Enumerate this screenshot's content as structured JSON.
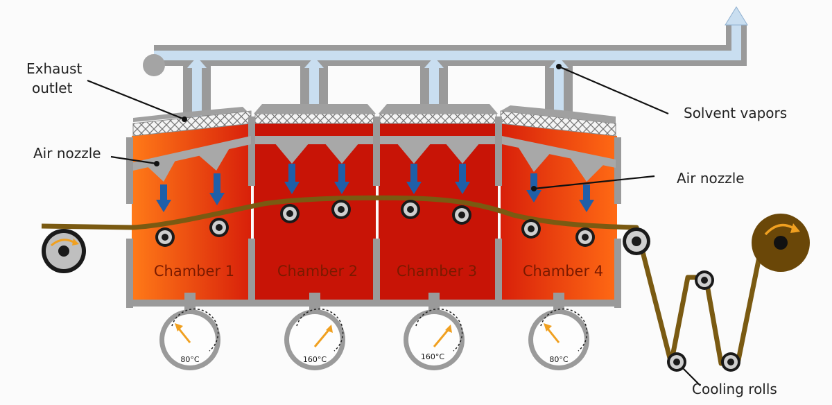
{
  "labels": {
    "exhaust_line1": "Exhaust",
    "exhaust_line2": "outlet",
    "air_nozzle_left": "Air nozzle",
    "air_nozzle_right": "Air nozzle",
    "solvent_vapors": "Solvent vapors",
    "cooling_rolls": "Cooling rolls"
  },
  "chambers": [
    {
      "label": "Chamber 1",
      "temperature": "80°C"
    },
    {
      "label": "Chamber 2",
      "temperature": "160°C"
    },
    {
      "label": "Chamber 3",
      "temperature": "160°C"
    },
    {
      "label": "Chamber 4",
      "temperature": "80°C"
    }
  ],
  "colors": {
    "chamber_hot": "#c81406",
    "chamber_warm": "#ff6a14",
    "web": "#7a5a12",
    "steel": "#9a9a9a",
    "vapor": "#c9def0",
    "air_arrow": "#1f5fa8",
    "gauge_needle": "#f0a020"
  }
}
